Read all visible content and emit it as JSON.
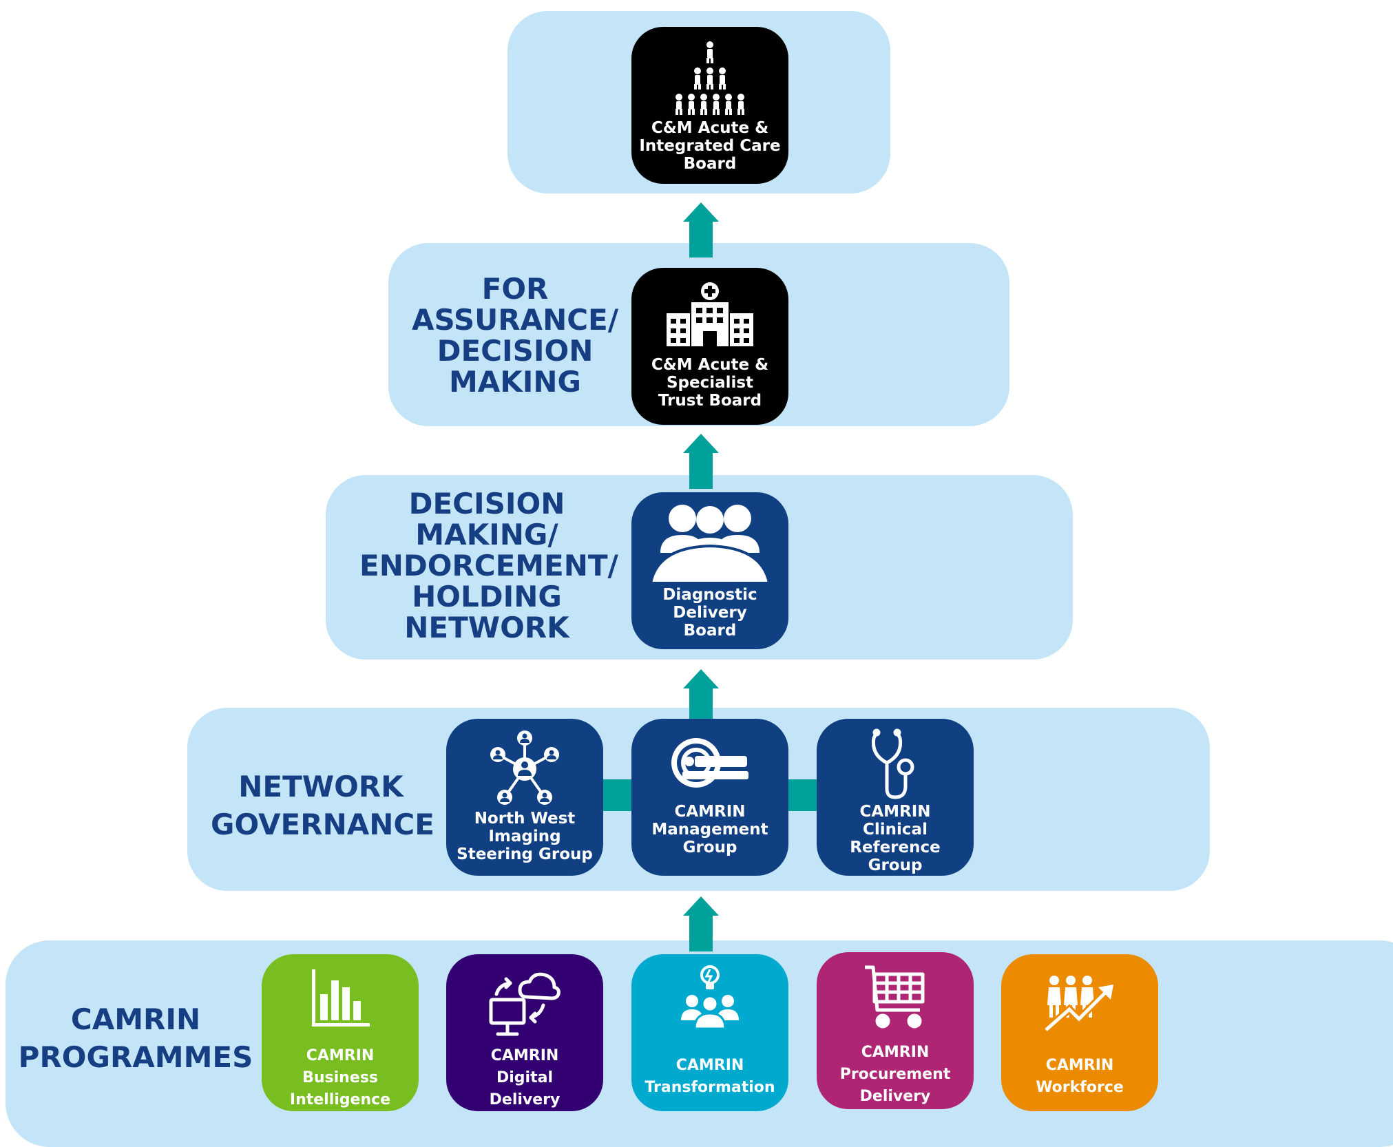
{
  "colors": {
    "band": "#c4e5f8",
    "heading": "#163e82",
    "board_black": "#000000",
    "navy": "#103f82",
    "teal_connector": "#00a19a",
    "bi_green": "#78be20",
    "digital_purple": "#330072",
    "transformation_cyan": "#00a9ce",
    "procurement_magenta": "#ae2573",
    "workforce_orange": "#ed8b00"
  },
  "tiers": {
    "top": {
      "box": {
        "label": "C&M Acute &\nIntegrated Care\nBoard",
        "icon": "people-hierarchy-icon"
      }
    },
    "assurance": {
      "heading": "FOR\nASSURANCE/\nDECISION\nMAKING",
      "box": {
        "label": "C&M Acute &\nSpecialist\nTrust Board",
        "icon": "hospital-icon"
      }
    },
    "decision": {
      "heading": "DECISION\nMAKING/\nENDORCEMENT/\nHOLDING\nNETWORK",
      "box": {
        "label": "Diagnostic\nDelivery\nBoard",
        "icon": "meeting-group-icon"
      }
    },
    "governance": {
      "heading": "NETWORK\nGOVERNANCE",
      "boxes": [
        {
          "label": "North West\nImaging\nSteering Group",
          "icon": "network-people-icon"
        },
        {
          "label": "CAMRIN\nManagement\nGroup",
          "icon": "mri-scanner-icon"
        },
        {
          "label": "CAMRIN\nClinical Reference\nGroup",
          "icon": "stethoscope-icon"
        }
      ]
    },
    "programmes": {
      "heading": "CAMRIN\nPROGRAMMES",
      "boxes": [
        {
          "label": "CAMRIN\nBusiness\nIntelligence",
          "icon": "bar-chart-icon"
        },
        {
          "label": "CAMRIN\nDigital\nDelivery",
          "icon": "cloud-computer-icon"
        },
        {
          "label": "CAMRIN\nTransformation",
          "icon": "idea-team-icon"
        },
        {
          "label": "CAMRIN\nProcurement\nDelivery",
          "icon": "shopping-cart-icon"
        },
        {
          "label": "CAMRIN\nWorkforce",
          "icon": "workforce-growth-icon"
        }
      ]
    }
  }
}
